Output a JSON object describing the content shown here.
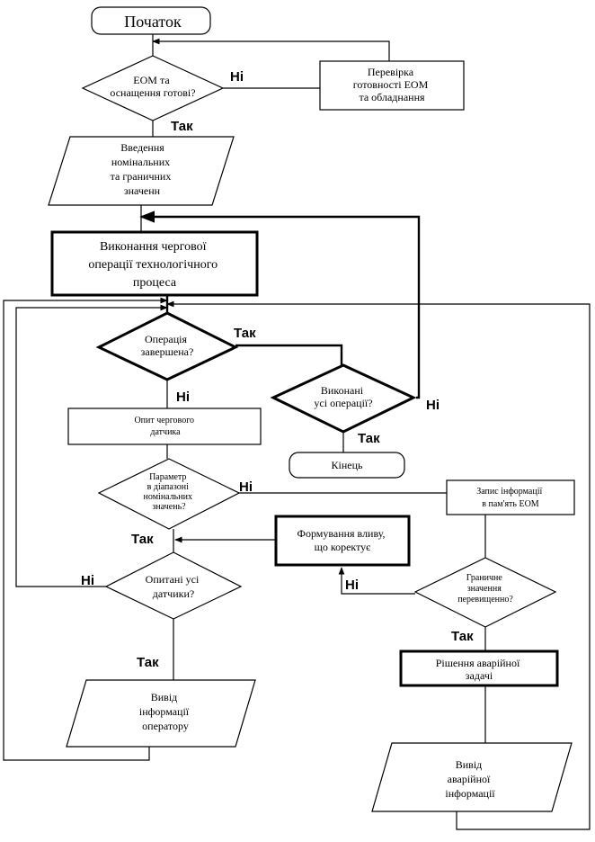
{
  "nodes": {
    "start": {
      "lines": [
        "Початок"
      ]
    },
    "check_ready": {
      "lines": [
        "ЕОМ та",
        "оснащення готові?"
      ]
    },
    "verify_eom": {
      "lines": [
        "Перевірка",
        "готовності ЕОМ",
        "та обладнання"
      ]
    },
    "input_values": {
      "lines": [
        "Введення",
        "номінальних",
        "та граничних",
        "значенн"
      ]
    },
    "execute_op": {
      "lines": [
        "Виконання чергової",
        "операції технологічного",
        "процеса"
      ]
    },
    "op_done": {
      "lines": [
        "Операція",
        "завершена?"
      ]
    },
    "all_ops_done": {
      "lines": [
        "Виконані",
        "усі операції?"
      ]
    },
    "end": {
      "lines": [
        "Кінець"
      ]
    },
    "poll_sensor": {
      "lines": [
        "Опит чергового",
        "датчика"
      ]
    },
    "param_in_range": {
      "lines": [
        "Параметр",
        "в діапазоні",
        "номінальних",
        "значень?"
      ]
    },
    "write_memory": {
      "lines": [
        "Запис інформації",
        "в пам'ять ЕОМ"
      ]
    },
    "form_correction": {
      "lines": [
        "Формування вливу,",
        "що коректує"
      ]
    },
    "all_sensors_polled": {
      "lines": [
        "Опитані усі",
        "датчики?"
      ]
    },
    "limit_exceeded": {
      "lines": [
        "Граничне",
        "значення",
        "перевищенно?"
      ]
    },
    "solve_emergency": {
      "lines": [
        "Рішення аварійної",
        "задачі"
      ]
    },
    "output_operator": {
      "lines": [
        "Вивід",
        "інформації",
        "оператору"
      ]
    },
    "output_emergency": {
      "lines": [
        "Вивід",
        "аварійної",
        "інформації"
      ]
    }
  },
  "edge_labels": {
    "check_ready_no": "Ні",
    "check_ready_yes": "Так",
    "op_done_yes": "Так",
    "op_done_no": "Ні",
    "all_ops_no": "Ні",
    "all_ops_yes": "Так",
    "param_no": "Ні",
    "param_yes": "Так",
    "sensors_no": "Ні",
    "sensors_yes": "Так",
    "limit_no": "Ні",
    "limit_yes": "Так"
  }
}
